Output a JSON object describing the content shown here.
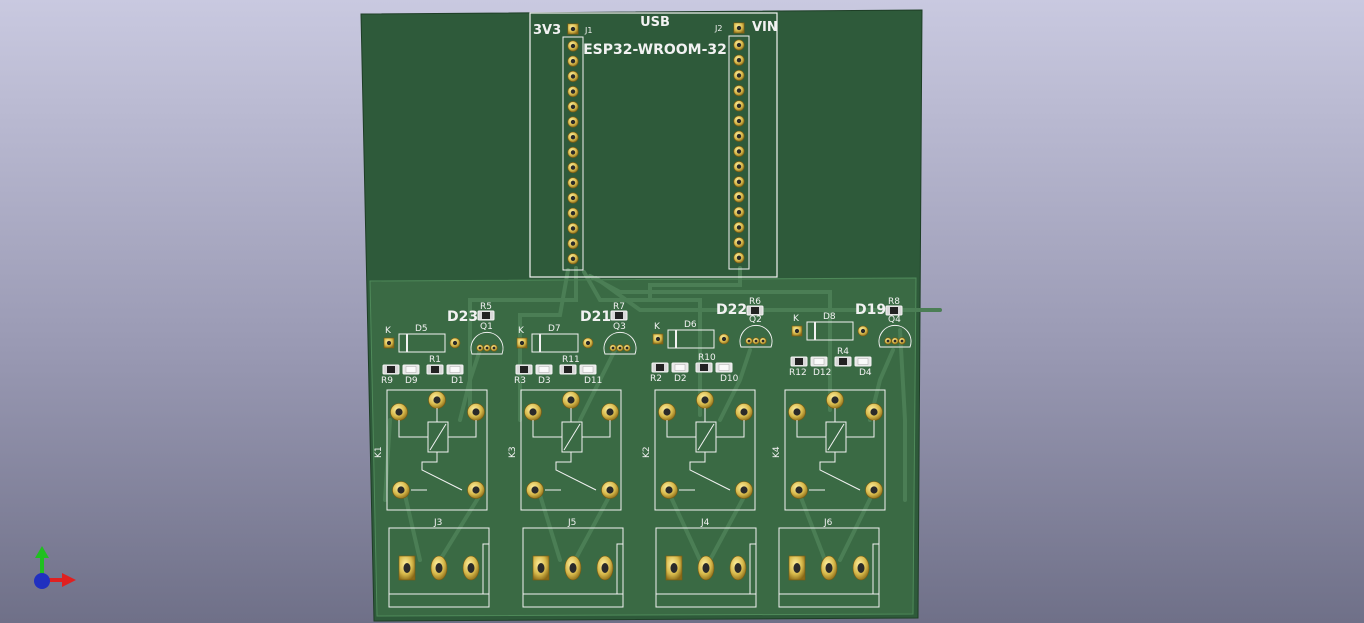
{
  "board": {
    "module_name": "ESP32-WROOM-32",
    "usb_label": "USB",
    "pin_3v3_label": "3V3",
    "pin_vin_label": "VIN",
    "header_left_ref": "J1",
    "header_right_ref": "J2"
  },
  "channels": [
    {
      "led": "D23",
      "resistor_base": "R5",
      "transistor": "Q1",
      "flyback": "D5",
      "cathode": "K",
      "resistor_a": "R9",
      "led_small_a": "D9",
      "resistor_b": "R1",
      "led_small_b": "D1",
      "relay": "K1",
      "terminal": "J3"
    },
    {
      "led": "D21",
      "resistor_base": "R7",
      "transistor": "Q3",
      "flyback": "D7",
      "cathode": "K",
      "resistor_a": "R3",
      "led_small_a": "D3",
      "resistor_b": "R11",
      "led_small_b": "D11",
      "relay": "K3",
      "terminal": "J5"
    },
    {
      "led": "D22",
      "resistor_base": "R6",
      "transistor": "Q2",
      "flyback": "D6",
      "cathode": "K",
      "resistor_a": "R2",
      "led_small_a": "D2",
      "resistor_b": "R10",
      "led_small_b": "D10",
      "relay": "K2",
      "terminal": "J4"
    },
    {
      "led": "D19",
      "resistor_base": "R8",
      "transistor": "Q4",
      "flyback": "D8",
      "cathode": "K",
      "resistor_a": "R12",
      "led_small_a": "D12",
      "resistor_b": "R4",
      "led_small_b": "D4",
      "relay": "K4",
      "terminal": "J6"
    }
  ],
  "colors": {
    "board_dark": "#2e5a3a",
    "board_light": "#3a6a44",
    "silkscreen": "#f2f2f2",
    "pad_gold": "#d6b84a",
    "axis_x": "#e02020",
    "axis_y": "#20c020",
    "axis_z": "#2030c0"
  }
}
